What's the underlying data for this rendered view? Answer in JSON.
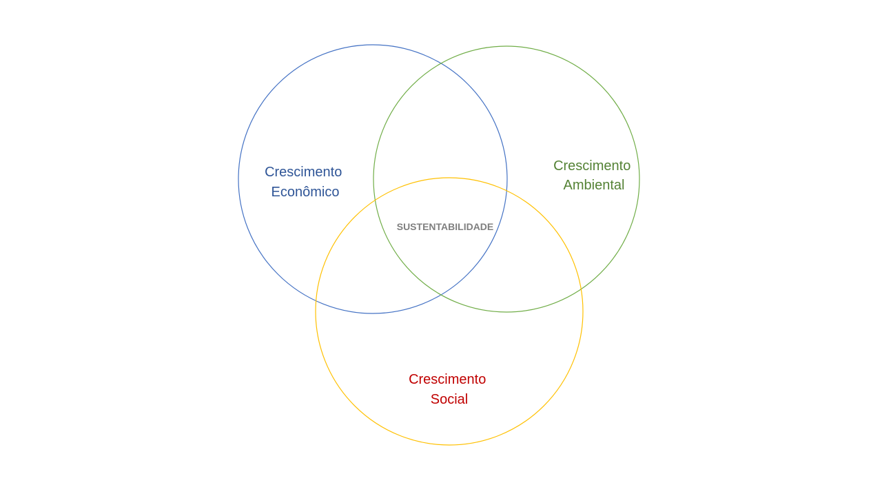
{
  "diagram": {
    "sets": [
      {
        "id": "economico",
        "label_lines": [
          "Crescimento",
          "Econômico"
        ],
        "color": "#4472c4",
        "text_color": "#2f5597"
      },
      {
        "id": "ambiental",
        "label_lines": [
          "Crescimento",
          "Ambiental"
        ],
        "color": "#70ad47",
        "text_color": "#548235"
      },
      {
        "id": "social",
        "label_lines": [
          "Crescimento",
          "Social"
        ],
        "color": "#ffc000",
        "text_color": "#c00000"
      }
    ],
    "intersection": {
      "label": "SUSTENTABILIDADE",
      "color": "#7f7f7f"
    }
  }
}
